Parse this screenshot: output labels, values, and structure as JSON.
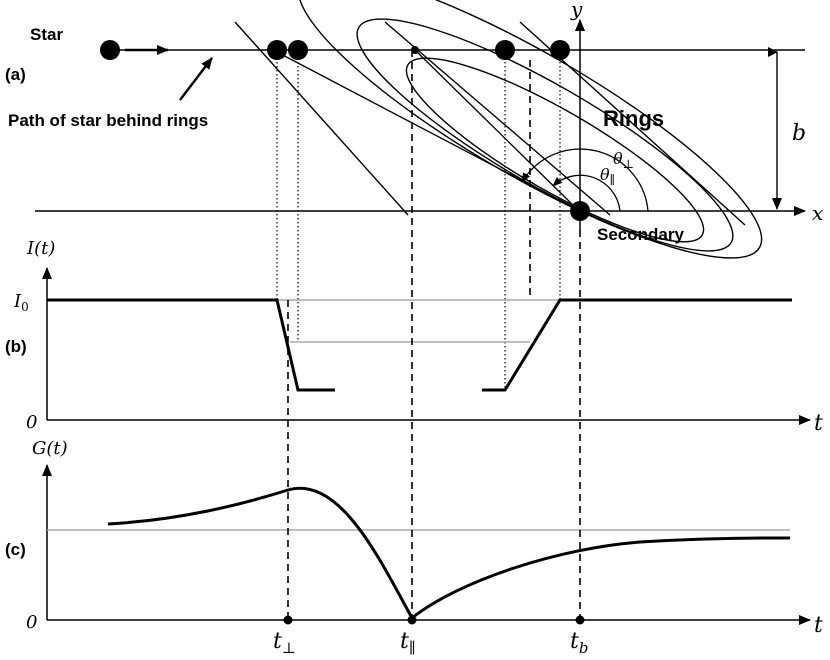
{
  "panel_a": {
    "label": "(a)",
    "star_label": "Star",
    "path_label": "Path of star behind rings",
    "rings_label": "Rings",
    "secondary_label": "Secondary",
    "axis_x": "x",
    "axis_y": "y",
    "impact_parameter": "b",
    "theta_perp": "θ",
    "theta_perp_sub": "⊥",
    "theta_par": "θ",
    "theta_par_sub": "∥"
  },
  "panel_b": {
    "label": "(b)",
    "ylabel": "I(t)",
    "tick_i0": "I",
    "tick_i0_sub": "0",
    "tick_zero": "0",
    "xlabel": "t"
  },
  "panel_c": {
    "label": "(c)",
    "ylabel": "G(t)",
    "tick_zero": "0",
    "xlabel": "t",
    "tick_perp": "t",
    "tick_perp_sub": "⊥",
    "tick_par": "t",
    "tick_par_sub": "∥",
    "tick_b": "t",
    "tick_b_sub": "b"
  }
}
